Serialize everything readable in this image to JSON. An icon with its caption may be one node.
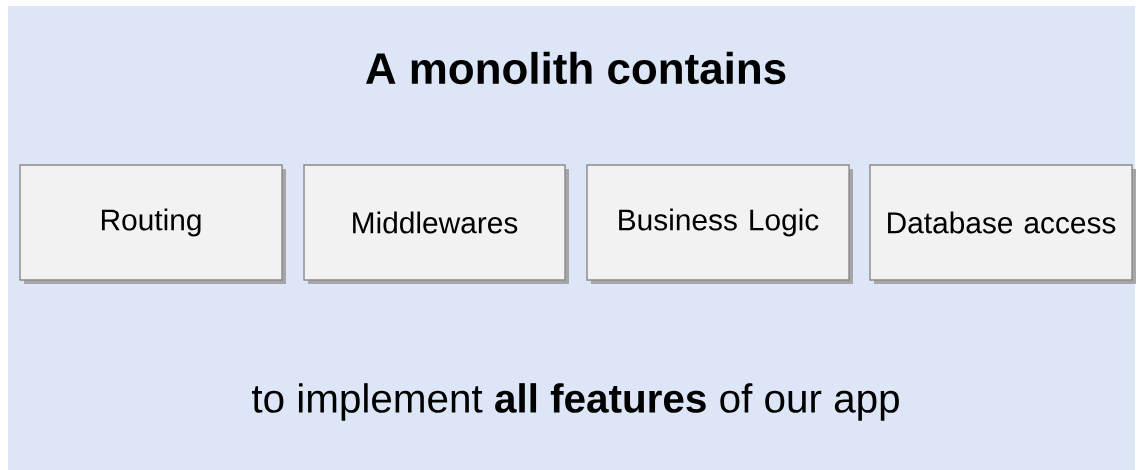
{
  "diagram": {
    "title": "A monolith contains",
    "nodes": [
      {
        "text": [
          "Routing"
        ]
      },
      {
        "text": [
          "Middlewares"
        ]
      },
      {
        "text": [
          "Business Logic"
        ]
      },
      {
        "text": [
          "Database access"
        ]
      }
    ],
    "labels": [
      "to implement **all features** of our app"
    ]
  }
}
